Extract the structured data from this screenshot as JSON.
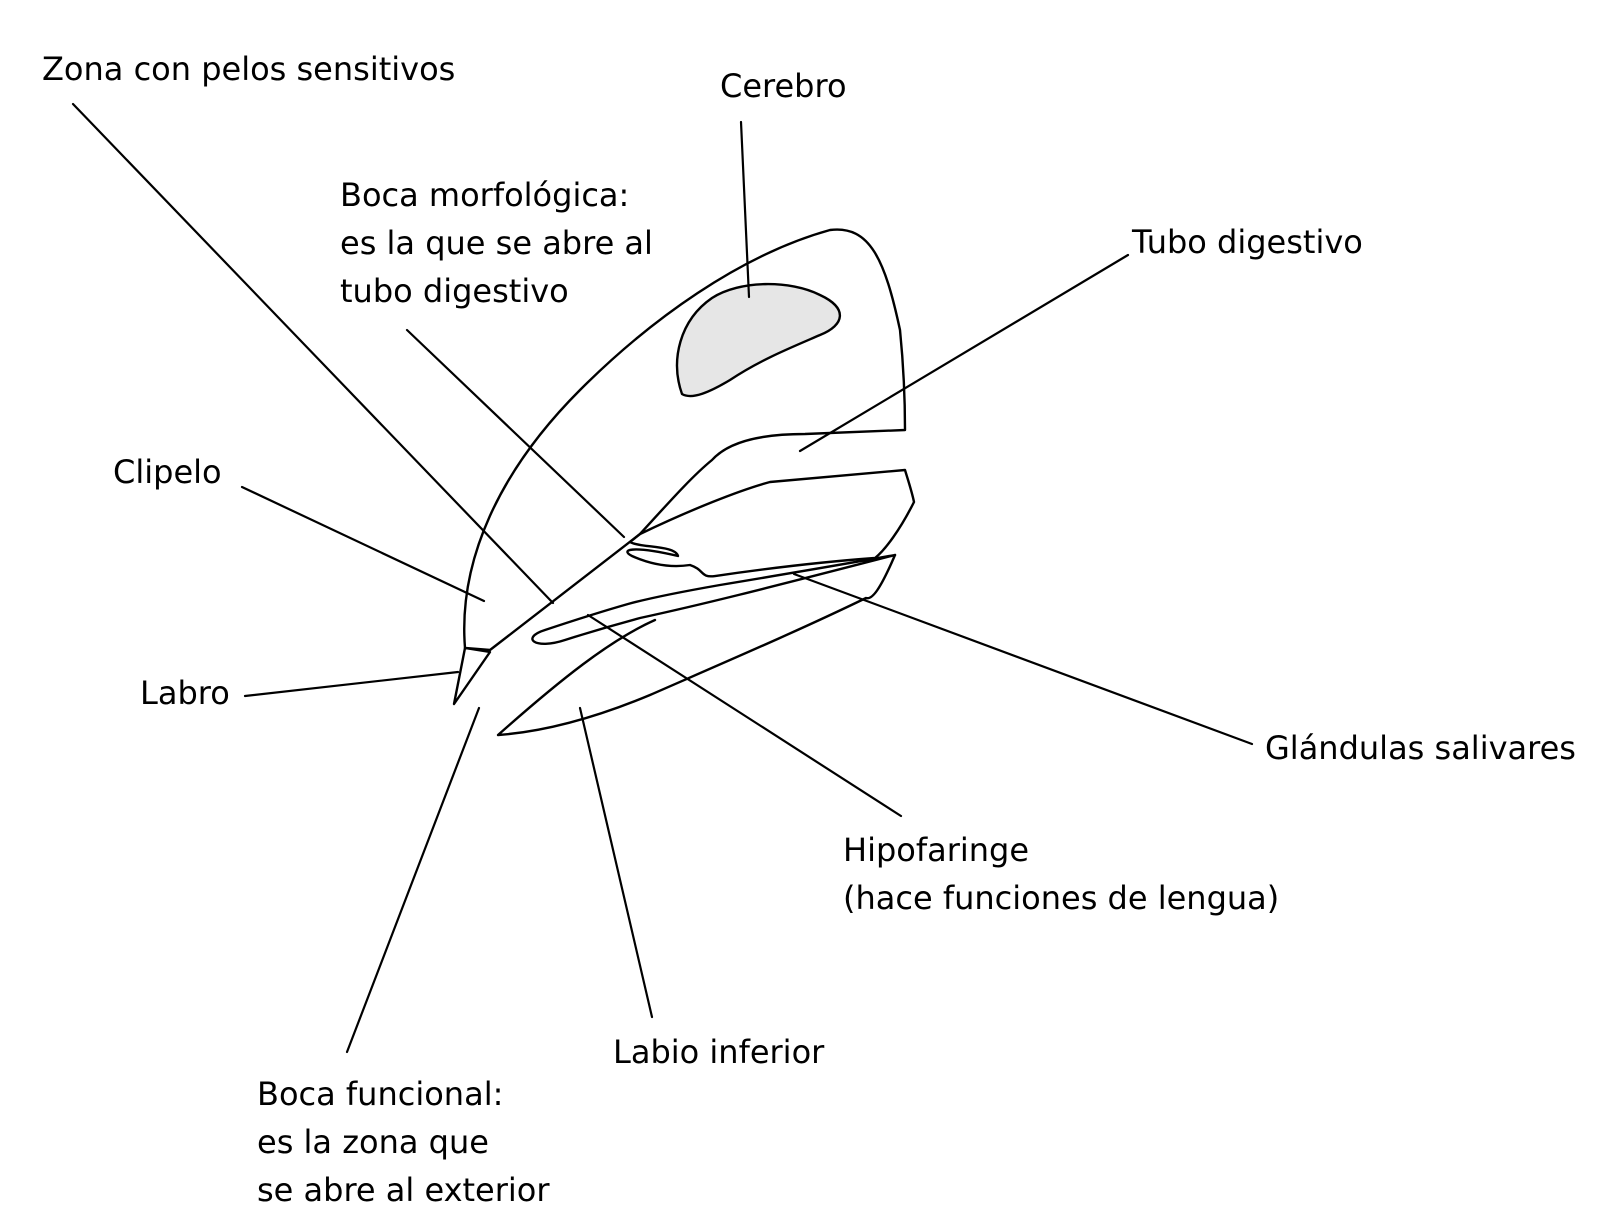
{
  "labels": {
    "zona_pelos": "Zona con pelos sensitivos",
    "cerebro": "Cerebro",
    "boca_morfologica": [
      "Boca morfológica:",
      "es la que se abre al",
      "tubo digestivo"
    ],
    "tubo_digestivo": "Tubo digestivo",
    "clipelo": "Clipelo",
    "labro": "Labro",
    "glandulas_salivares": "Glándulas salivares",
    "hipofaringe": [
      "Hipofaringe",
      "(hace funciones de lengua)"
    ],
    "labio_inferior": "Labio inferior",
    "boca_funcional": [
      "Boca funcional:",
      "es la zona que",
      "se abre al exterior"
    ]
  },
  "colors": {
    "line": "#000000",
    "brain_fill": "#e6e6e6",
    "background": "#ffffff"
  }
}
